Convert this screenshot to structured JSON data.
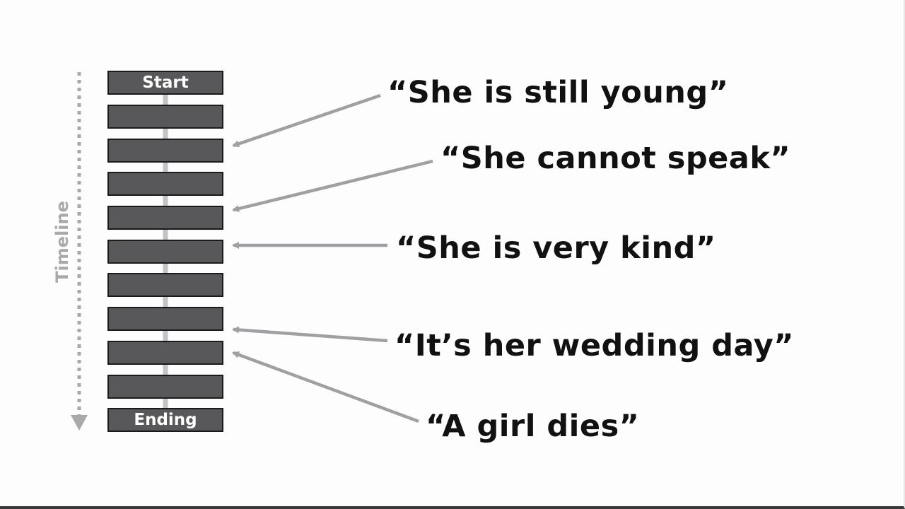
{
  "timeline": {
    "label": "Timeline",
    "start_label": "Start",
    "end_label": "Ending",
    "event_count": 11
  },
  "quotes": [
    {
      "text": "“She is still young”",
      "points_to_event": 3
    },
    {
      "text": "“She cannot speak”",
      "points_to_event": 5
    },
    {
      "text": "“She is very kind”",
      "points_to_event": 6
    },
    {
      "text": "“It’s her wedding day”",
      "points_to_event": 8
    },
    {
      "text": "“A girl dies”",
      "points_to_event": 9
    }
  ],
  "colors": {
    "box_fill": "#58585a",
    "box_border": "#1a1a1a",
    "arrow": "#a0a0a2",
    "timeline_label": "#a9a9ab",
    "quote_text": "#111111"
  }
}
